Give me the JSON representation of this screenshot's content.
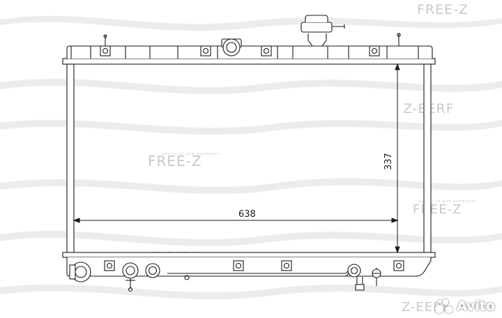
{
  "watermark": {
    "brand": "FREE-Z",
    "brand_mirrored": "Z-EERF",
    "tagline": "запчасти для иномарок"
  },
  "dimensions": {
    "width_label": "638",
    "height_label": "337"
  },
  "logo": {
    "text": "Avito"
  },
  "colors": {
    "line": "#1a1a1a",
    "watermark": "#c9c9c9",
    "wave": "#e2e2e2",
    "background": "#ffffff"
  }
}
